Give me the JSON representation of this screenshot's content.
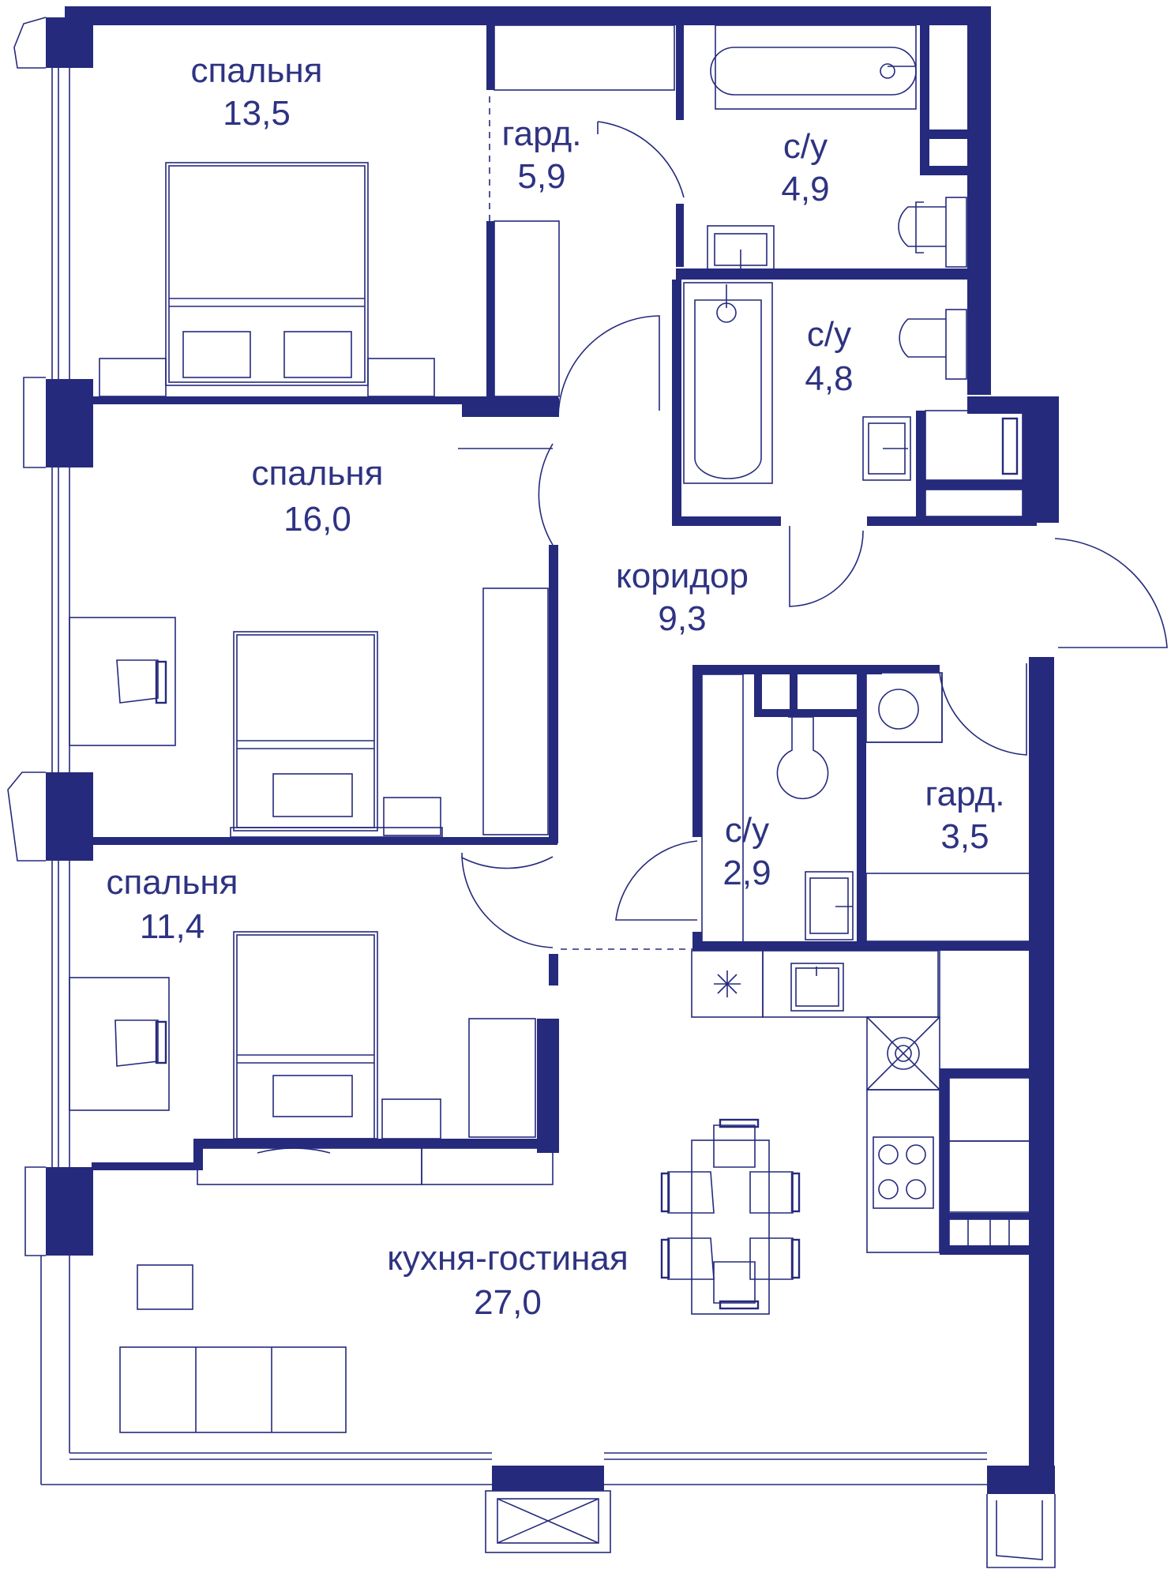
{
  "colors": {
    "wall": "#252a7c",
    "text": "#2e3382",
    "background": "#ffffff"
  },
  "rooms": [
    {
      "name": "спальня",
      "area": "13,5"
    },
    {
      "name": "гард.",
      "area": "5,9"
    },
    {
      "name": "с/у",
      "area": "4,9"
    },
    {
      "name": "с/у",
      "area": "4,8"
    },
    {
      "name": "спальня",
      "area": "16,0"
    },
    {
      "name": "коридор",
      "area": "9,3"
    },
    {
      "name": "с/у",
      "area": "2,9"
    },
    {
      "name": "гард.",
      "area": "3,5"
    },
    {
      "name": "спальня",
      "area": "11,4"
    },
    {
      "name": "кухня-гостиная",
      "area": "27,0"
    }
  ]
}
